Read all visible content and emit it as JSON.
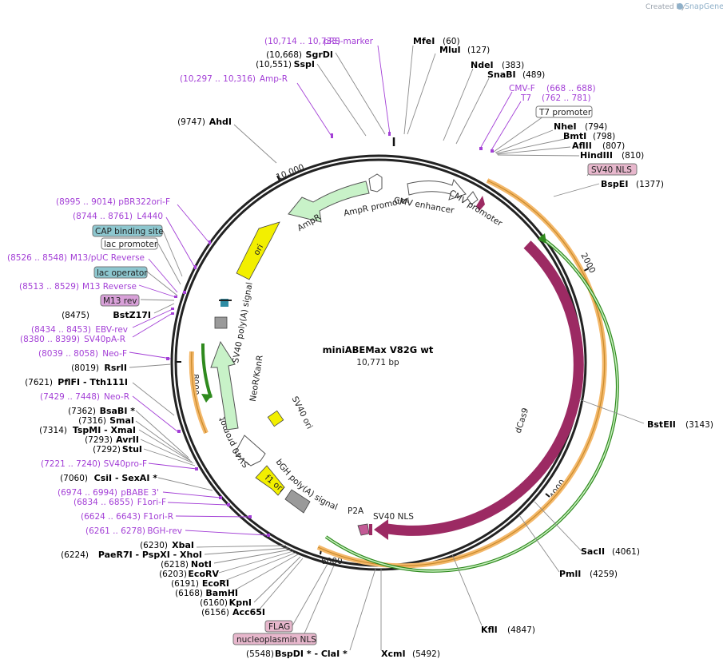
{
  "credit": {
    "prefix": "Created by",
    "brand": "SnapGene"
  },
  "plasmid": {
    "name": "miniABEMax V82G wt",
    "length": "10,771 bp"
  },
  "ticks": [
    "2000",
    "4000",
    "6000",
    "8000",
    "10,000"
  ],
  "sites": {
    "mfei": {
      "pos": "(60)",
      "name": "MfeI"
    },
    "mlui": {
      "pos": "(127)",
      "name": "MluI"
    },
    "ndei": {
      "pos": "(383)",
      "name": "NdeI"
    },
    "snabi": {
      "pos": "(489)",
      "name": "SnaBI"
    },
    "nhei": {
      "pos": "(794)",
      "name": "NheI"
    },
    "bmti": {
      "pos": "(798)",
      "name": "BmtI"
    },
    "aflii": {
      "pos": "(807)",
      "name": "AflII"
    },
    "hindiii": {
      "pos": "(810)",
      "name": "HindIII"
    },
    "bspei": {
      "pos": "(1377)",
      "name": "BspEI"
    },
    "bsteii": {
      "pos": "(3143)",
      "name": "BstEII"
    },
    "sacii": {
      "pos": "(4061)",
      "name": "SacII"
    },
    "pmli": {
      "pos": "(4259)",
      "name": "PmlI"
    },
    "kfli": {
      "pos": "(4847)",
      "name": "KflI"
    },
    "xcmi": {
      "pos": "(5492)",
      "name": "XcmI"
    },
    "bspdi": {
      "pos": "(5548)",
      "name": "BspDI *  -  ClaI *"
    },
    "acc65i": {
      "pos": "(6156)",
      "name": "Acc65I"
    },
    "kpni": {
      "pos": "(6160)",
      "name": "KpnI"
    },
    "bamhi": {
      "pos": "(6168)",
      "name": "BamHI"
    },
    "ecori": {
      "pos": "(6191)",
      "name": "EcoRI"
    },
    "ecorv": {
      "pos": "(6203)",
      "name": "EcoRV"
    },
    "noti": {
      "pos": "(6218)",
      "name": "NotI"
    },
    "paer7i": {
      "pos": "(6224)",
      "name": "PaeR7I  -  PspXI  -  XhoI"
    },
    "xbai": {
      "pos": "(6230)",
      "name": "XbaI"
    },
    "csii": {
      "pos": "(7060)",
      "name": "CsiI  -  SexAI *"
    },
    "stui": {
      "pos": "(7292)",
      "name": "StuI"
    },
    "avrii": {
      "pos": "(7293)",
      "name": "AvrII"
    },
    "tspmi": {
      "pos": "(7314)",
      "name": "TspMI  -  XmaI"
    },
    "smai": {
      "pos": "(7316)",
      "name": "SmaI"
    },
    "bsabi": {
      "pos": "(7362)",
      "name": "BsaBI  *"
    },
    "pflfi": {
      "pos": "(7621)",
      "name": "PflFI  -  Tth111I"
    },
    "rsrii": {
      "pos": "(8019)",
      "name": "RsrII"
    },
    "bstz17i": {
      "pos": "(8475)",
      "name": "BstZ17I"
    },
    "ahdi": {
      "pos": "(9747)",
      "name": "AhdI"
    },
    "sspi": {
      "pos": "(10,551)",
      "name": "SspI"
    },
    "sgrdi": {
      "pos": "(10,668)",
      "name": "SgrDI"
    }
  },
  "primers": {
    "prs": {
      "range": "(10,714 .. 10,733)",
      "name": "pRS-marker"
    },
    "ampr": {
      "range": "(10,297 .. 10,316)",
      "name": "Amp-R"
    },
    "cmvf": {
      "range": "(668 .. 688)",
      "name": "CMV-F"
    },
    "t7": {
      "range": "(762 .. 781)",
      "name": "T7"
    },
    "pbr": {
      "range": "(8995 .. 9014)",
      "name": "pBR322ori-F"
    },
    "l4440": {
      "range": "(8744 .. 8761)",
      "name": "L4440"
    },
    "m13puc": {
      "range": "(8526 .. 8548)",
      "name": "M13/pUC Reverse"
    },
    "m13rev": {
      "range": "(8513 .. 8529)",
      "name": "M13 Reverse"
    },
    "ebv": {
      "range": "(8434 .. 8453)",
      "name": "EBV-rev"
    },
    "sv40pa": {
      "range": "(8380 .. 8399)",
      "name": "SV40pA-R"
    },
    "neof": {
      "range": "(8039 .. 8058)",
      "name": "Neo-F"
    },
    "neor": {
      "range": "(7429 .. 7448)",
      "name": "Neo-R"
    },
    "sv40pro": {
      "range": "(7221 .. 7240)",
      "name": "SV40pro-F"
    },
    "pbabe": {
      "range": "(6974 .. 6994)",
      "name": "pBABE 3'"
    },
    "f1f": {
      "range": "(6834 .. 6855)",
      "name": "F1ori-F"
    },
    "f1r": {
      "range": "(6624 .. 6643)",
      "name": "F1ori-R"
    },
    "bgh": {
      "range": "(6261 .. 6278)",
      "name": "BGH-rev"
    }
  },
  "boxes": {
    "t7promoter": "T7 promoter",
    "sv40nls": "SV40 NLS",
    "cap": "CAP binding site",
    "lacpromoter": "lac promoter",
    "lacoperator": "lac operator",
    "m13rev": "M13 rev",
    "flag": "FLAG",
    "nucleoplasmin": "nucleoplasmin NLS"
  },
  "features": {
    "ampr": "AmpR",
    "ampr_promoter": "AmpR promoter",
    "cmv_enhancer": "CMV enhancer",
    "cmv_promoter": "CMV promoter",
    "ori": "ori",
    "sv40_polya": "SV40 poly(A) signal",
    "neokanr": "NeoR/KanR",
    "sv40_promoter": "SV40 promoter",
    "sv40_ori": "SV40 ori",
    "f1_ori": "f1 ori",
    "bgh_polya": "bGH poly(A) signal",
    "p2a": "P2A",
    "sv40_nls": "SV40 NLS",
    "dcas9": "dCas9"
  },
  "colors": {
    "backbone": "#222222",
    "dcas9": "#9c2a63",
    "orf_band": "#f4b86a",
    "green_band": "#2f8a1e",
    "ampr": "#c8f2c8",
    "ori": "#f2ef00",
    "primer": "#a33fd6",
    "box_blue": "#8dc7cf",
    "box_pink": "#e7b7cc"
  }
}
